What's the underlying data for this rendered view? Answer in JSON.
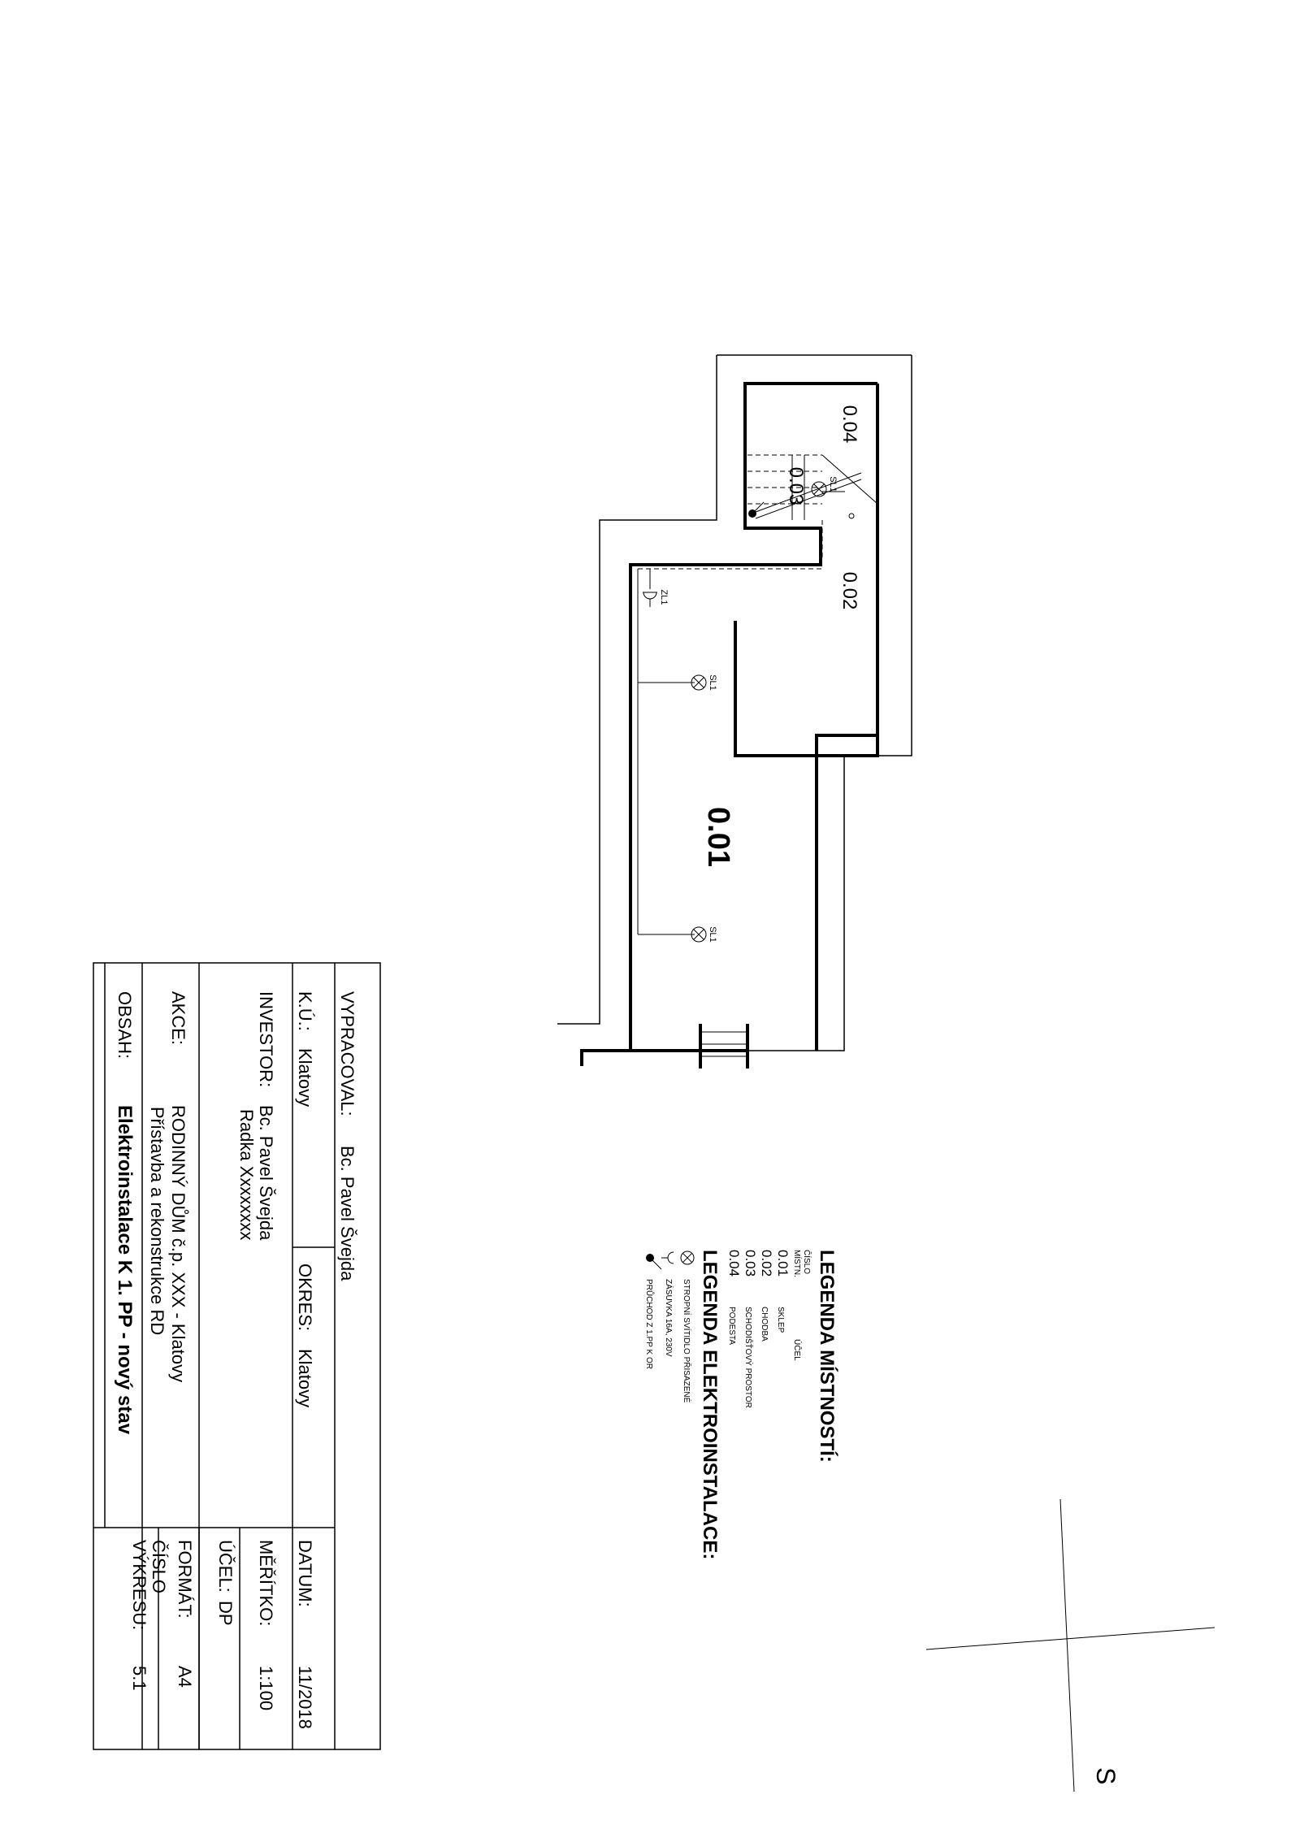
{
  "rooms": {
    "r001": "0.01",
    "r002": "0.02",
    "r003": "0.03",
    "r004": "0.04"
  },
  "fixture_tags": {
    "sl1_a": "SL1",
    "sl1_b": "SL1",
    "sl1_c": "SL1",
    "zl1": "ZL1"
  },
  "legend_rooms": {
    "title": "LEGENDA MÍSTNOSTÍ:",
    "col_number_line1": "ČÍSLO",
    "col_number_line2": "MÍSTN.",
    "col_purpose": "ÚČEL",
    "items": [
      {
        "number": "0.01",
        "purpose": "SKLEP"
      },
      {
        "number": "0.02",
        "purpose": "CHODBA"
      },
      {
        "number": "0.03",
        "purpose": "SCHODIŠŤOVÝ PROSTOR"
      },
      {
        "number": "0.04",
        "purpose": "PODESTA"
      }
    ]
  },
  "legend_electric": {
    "title": "LEGENDA ELEKTROINSTALACE:",
    "items": [
      {
        "icon": "ceiling-light-icon",
        "label": "STROPNÍ SVÍTIDLO PŘISAZENÉ"
      },
      {
        "icon": "socket-icon",
        "label": "ZÁSUVKA 16A, 230V"
      },
      {
        "icon": "cable-passage-icon",
        "label": "PRŮCHOD Z 1.PP K OR"
      }
    ]
  },
  "title_block": {
    "vypracoval_label": "VYPRACOVAL:",
    "vypracoval_value": "Bc. Pavel Švejda",
    "ku_label": "K.Ú.:",
    "ku_value": "Klatovy",
    "okres_label": "OKRES:",
    "okres_value": "Klatovy",
    "investor_label": "INVESTOR:",
    "investor_line1": "Bc. Pavel Švejda",
    "investor_line2": "Radka Xxxxxxxx",
    "akce_label": "AKCE:",
    "akce_line1": "RODINNÝ DŮM č.p. XXX - Klatovy",
    "akce_line2": "Přístavba a rekonstrukce RD",
    "obsah_label": "OBSAH:",
    "obsah_value": "Elektroinstalace K 1. PP - nový stav",
    "datum_label": "DATUM:",
    "datum_value": "11/2018",
    "meritko_label": "MĚŘÍTKO:",
    "meritko_value": "1:100",
    "ucel_label": "ÚČEL:",
    "ucel_value": "DP",
    "format_label": "FORMÁT:",
    "format_value": "A4",
    "cislo_label_line1": "ČÍSLO",
    "cislo_label_line2": "VÝKRESU:",
    "cislo_value": "5.1"
  },
  "north_arrow": {
    "letter": "S"
  }
}
